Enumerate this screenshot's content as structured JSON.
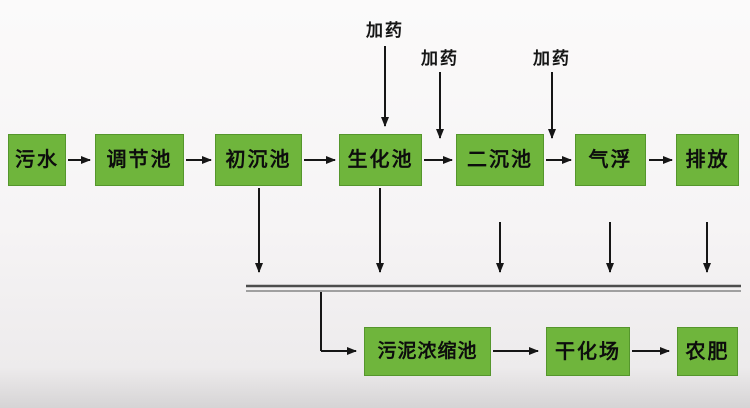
{
  "diagram": {
    "node_color": "#6fb53c",
    "node_border_color": "#55962c",
    "arrow_color": "#161616",
    "collector_line_color": "#4d4d4d",
    "main_flow": [
      {
        "label": "污水"
      },
      {
        "label": "调节池"
      },
      {
        "label": "初沉池"
      },
      {
        "label": "生化池"
      },
      {
        "label": "二沉池"
      },
      {
        "label": "气浮"
      },
      {
        "label": "排放"
      }
    ],
    "dosing": [
      {
        "label": "加药"
      },
      {
        "label": "加药"
      },
      {
        "label": "加药"
      }
    ],
    "sludge_flow": [
      {
        "label": "污泥浓缩池"
      },
      {
        "label": "干化场"
      },
      {
        "label": "农肥"
      }
    ]
  }
}
